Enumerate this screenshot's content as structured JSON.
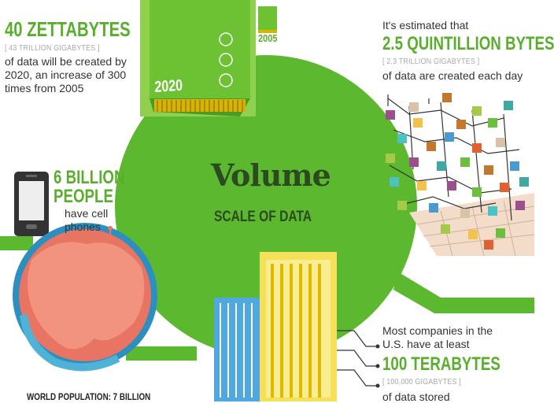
{
  "center": {
    "title": "Volume",
    "subtitle": "SCALE OF DATA"
  },
  "zettabytes": {
    "headline": "40 ZETTABYTES",
    "bracket": "[ 43 TRILLION GIGABYTES ]",
    "body_lines": [
      "of data will be created by",
      "2020, an increase of 300",
      "times from 2005"
    ]
  },
  "chips": {
    "label_2020": "2020",
    "label_2005": "2005"
  },
  "quintillion": {
    "intro": "It's estimated that",
    "headline": "2.5 QUINTILLION BYTES",
    "bracket": "[ 2.3 TRILLION GIGABYTES ]",
    "body": "of data are created each day"
  },
  "people": {
    "headline_1": "6 BILLION",
    "headline_2": "PEOPLE",
    "body_1": "have cell",
    "body_2": "phones"
  },
  "population": {
    "label": "WORLD POPULATION: 7 BILLION"
  },
  "terabytes": {
    "intro_1": "Most companies in the",
    "intro_2": "U.S. have at least",
    "headline": "100 TERABYTES",
    "bracket": "[ 100,000 GIGABYTES ]",
    "body": "of data stored"
  },
  "colors": {
    "accent_green": "#5aae2e",
    "circle_green": "#5cb82e",
    "dark_text": "#2b4a1f"
  }
}
